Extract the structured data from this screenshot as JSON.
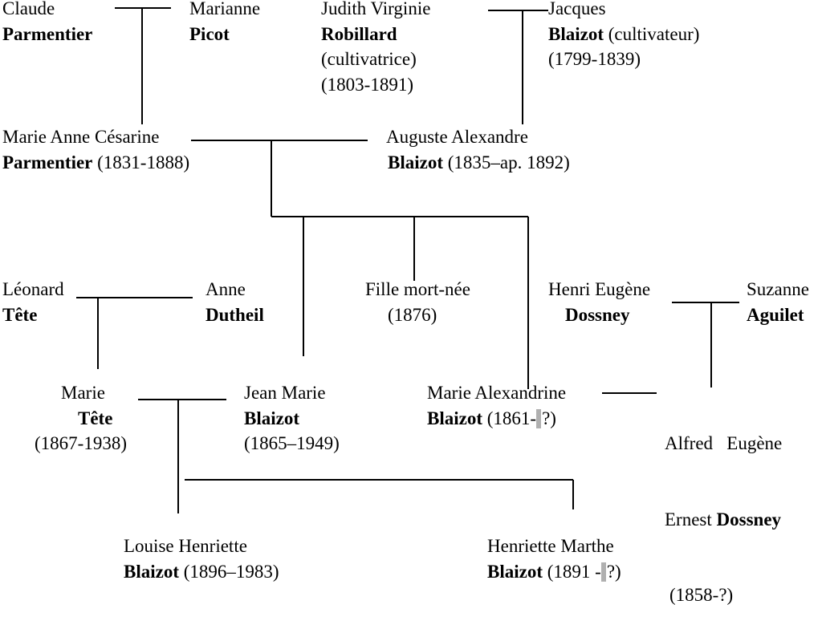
{
  "people": {
    "claude": {
      "l1": "Claude",
      "l2b": "Parmentier"
    },
    "marianne": {
      "l1": "Marianne",
      "l2b": "Picot"
    },
    "judith": {
      "l1": "Judith Virginie",
      "l2b": "Robillard",
      "l3": "(cultivatrice)",
      "l4": "(1803-1891)"
    },
    "jacques": {
      "l1": "Jacques",
      "l2b": "Blaizot",
      "l2": " (cultivateur)",
      "l3": "(1799-1839)"
    },
    "marie_anne": {
      "l1": "Marie Anne Césarine",
      "l2b": "Parmentier",
      "l2": " (1831-1888)"
    },
    "auguste": {
      "l1": "Auguste Alexandre",
      "l2b": "Blaizot",
      "l2": " (1835–ap. 1892)"
    },
    "leonard": {
      "l1": "Léonard",
      "l2b": "Tête"
    },
    "anne": {
      "l1": "Anne",
      "l2b": "Dutheil"
    },
    "fille": {
      "l1": "Fille mort-née",
      "l2": "(1876)"
    },
    "henri": {
      "l1": "Henri Eugène",
      "l2b": "Dossney"
    },
    "suzanne": {
      "l1": "Suzanne",
      "l2b": "Aguilet"
    },
    "marie_tete": {
      "l1": "Marie",
      "l2b": "Tête",
      "l3": "(1867-1938)"
    },
    "jean_marie": {
      "l1": "Jean Marie",
      "l2b": "Blaizot",
      "l3": "(1865–1949)"
    },
    "marie_alexandrine": {
      "l1": "Marie Alexandrine",
      "l2b": "Blaizot",
      "l2": " (1861-",
      "l2end": "?)"
    },
    "alfred": {
      "l1": "Alfred   Eugène",
      "l2": "Ernest ",
      "l2b": "Dossney",
      "l3": "(1858-?)"
    },
    "louise": {
      "l1": "Louise Henriette",
      "l2b": "Blaizot",
      "l2": " (1896–1983)"
    },
    "henriette": {
      "l1": "Henriette Marthe",
      "l2b": "Blaizot",
      "l2": " (1891 -",
      "l2end": "?)"
    }
  },
  "colors": {
    "lines": "#000000",
    "highlight": "#b0b0b0"
  }
}
